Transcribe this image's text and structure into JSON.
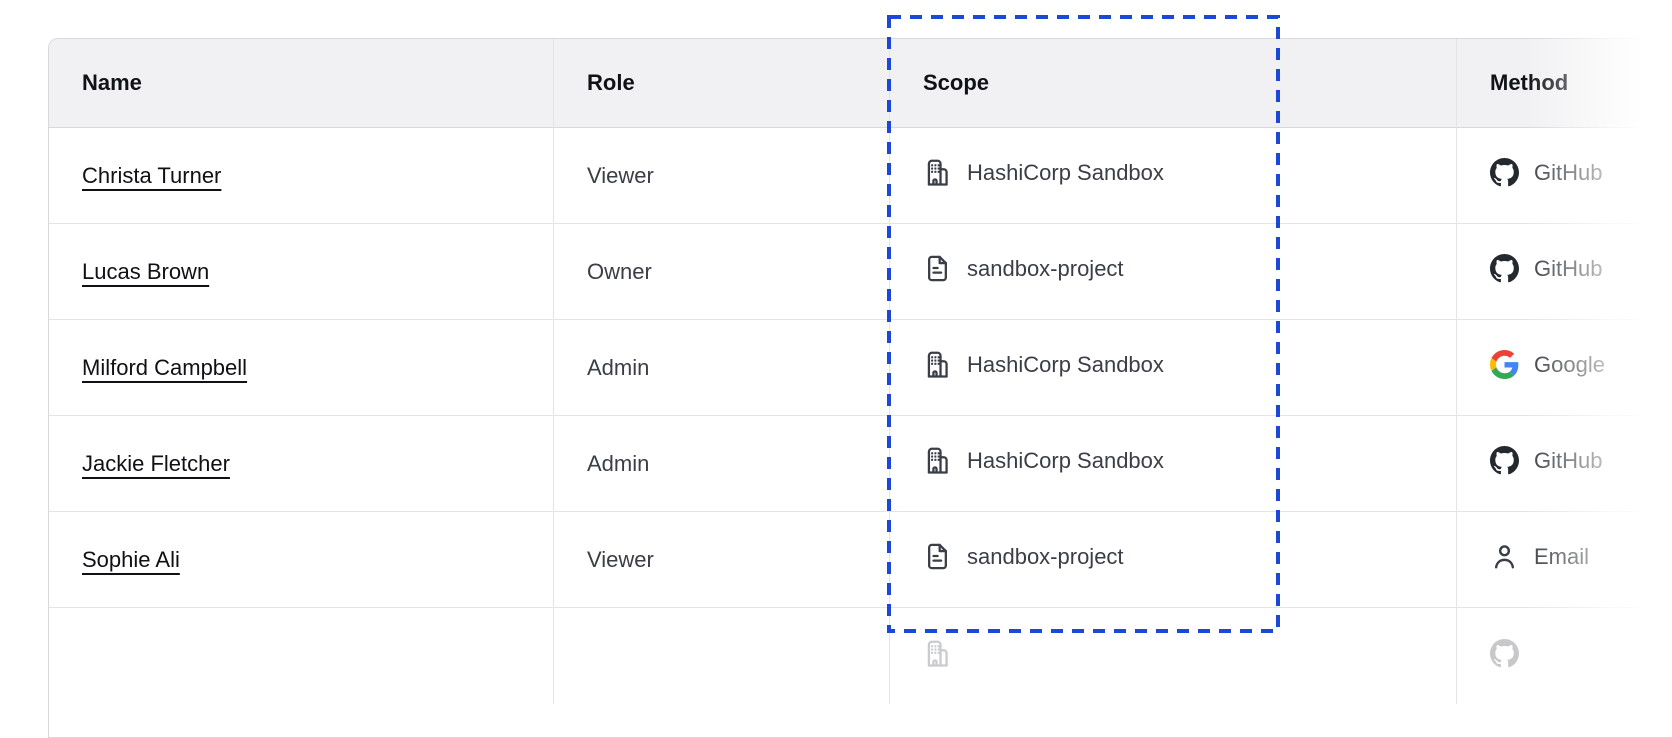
{
  "table": {
    "columns": [
      {
        "id": "name",
        "label": "Name"
      },
      {
        "id": "role",
        "label": "Role"
      },
      {
        "id": "scope",
        "label": "Scope"
      },
      {
        "id": "method",
        "label": "Method"
      }
    ],
    "rows": [
      {
        "name": "Christa Turner",
        "role": "Viewer",
        "scope": "HashiCorp Sandbox",
        "scope_icon": "building-icon",
        "method": "GitHub",
        "method_icon": "github-icon"
      },
      {
        "name": "Lucas Brown",
        "role": "Owner",
        "scope": "sandbox-project",
        "scope_icon": "file-text-icon",
        "method": "GitHub",
        "method_icon": "github-icon"
      },
      {
        "name": "Milford Campbell",
        "role": "Admin",
        "scope": "HashiCorp Sandbox",
        "scope_icon": "building-icon",
        "method": "Google",
        "method_icon": "google-icon"
      },
      {
        "name": "Jackie Fletcher",
        "role": "Admin",
        "scope": "HashiCorp Sandbox",
        "scope_icon": "building-icon",
        "method": "GitHub",
        "method_icon": "github-icon"
      },
      {
        "name": "Sophie Ali",
        "role": "Viewer",
        "scope": "sandbox-project",
        "scope_icon": "file-text-icon",
        "method": "Email",
        "method_icon": "user-icon"
      }
    ],
    "partial_next_row_visible": true
  },
  "annotation": {
    "type": "dashed-outline",
    "target_column": "Scope",
    "color": "#1C48D8"
  },
  "colors": {
    "page_bg": "#ffffff",
    "header_bg": "#f1f1f3",
    "outer_border": "#d7d9dc",
    "grid_border": "#e3e4e7",
    "text_primary": "#111218",
    "text_secondary": "#3b3e46",
    "annotation_blue": "#1C48D8",
    "github_black": "#24292f",
    "google_red": "#EA4335",
    "google_blue": "#4285F4",
    "google_yellow": "#FBBC05",
    "google_green": "#34A853"
  }
}
